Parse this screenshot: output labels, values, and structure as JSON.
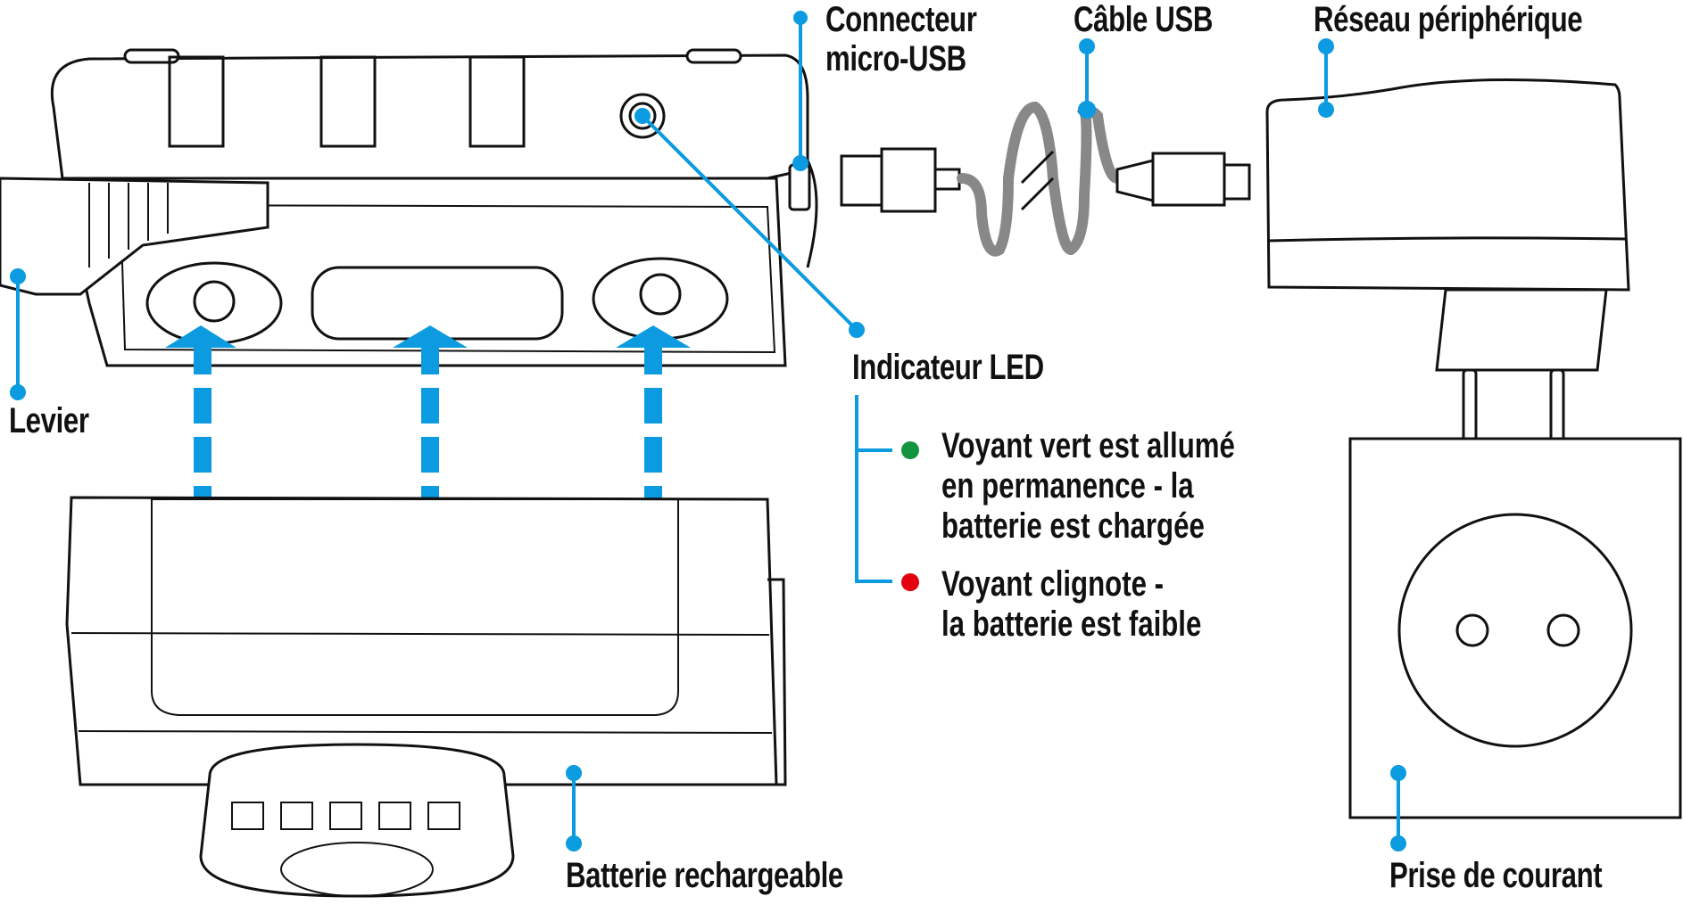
{
  "diagram": {
    "accent_color": "#0c9be0",
    "labels": {
      "connector": [
        "Connecteur",
        "micro-USB"
      ],
      "cable": "Câble USB",
      "network": "Réseau périphérique",
      "led": "Indicateur LED",
      "lever": "Levier",
      "battery": "Batterie rechargeable",
      "outlet": "Prise de courant"
    },
    "led_states": [
      {
        "color": "#13943e",
        "color_name": "green",
        "lines": [
          "Voyant vert est allumé",
          "en permanence - la",
          "batterie est chargée"
        ]
      },
      {
        "color": "#e3000f",
        "color_name": "red",
        "lines": [
          "Voyant clignote -",
          "la batterie est faible"
        ]
      }
    ]
  }
}
